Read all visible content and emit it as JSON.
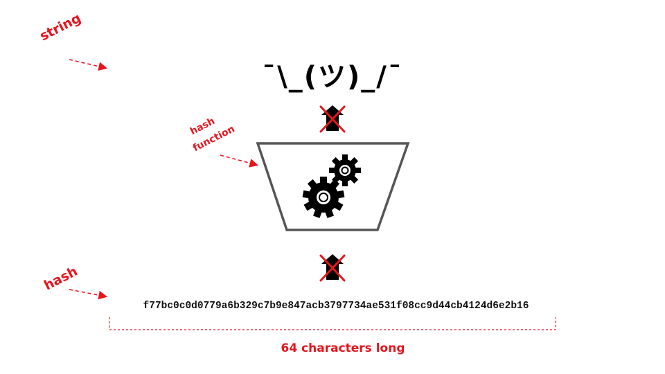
{
  "labels": {
    "string": "string",
    "hash_function_line1": "hash",
    "hash_function_line2": "function",
    "hash": "hash",
    "length": "64 characters long"
  },
  "input_string": "¯\\_(ツ)_/¯",
  "hash_value": "f77bc0c0d0779a6b329c7b9e847acb3797734ae531f08cc9d44cb4124d6e2b16",
  "colors": {
    "annotation": "#e8141c",
    "funnel": "#555555",
    "gear": "#000000"
  },
  "icons": [
    "gear-icon",
    "arrow-up-icon",
    "cross-icon"
  ]
}
